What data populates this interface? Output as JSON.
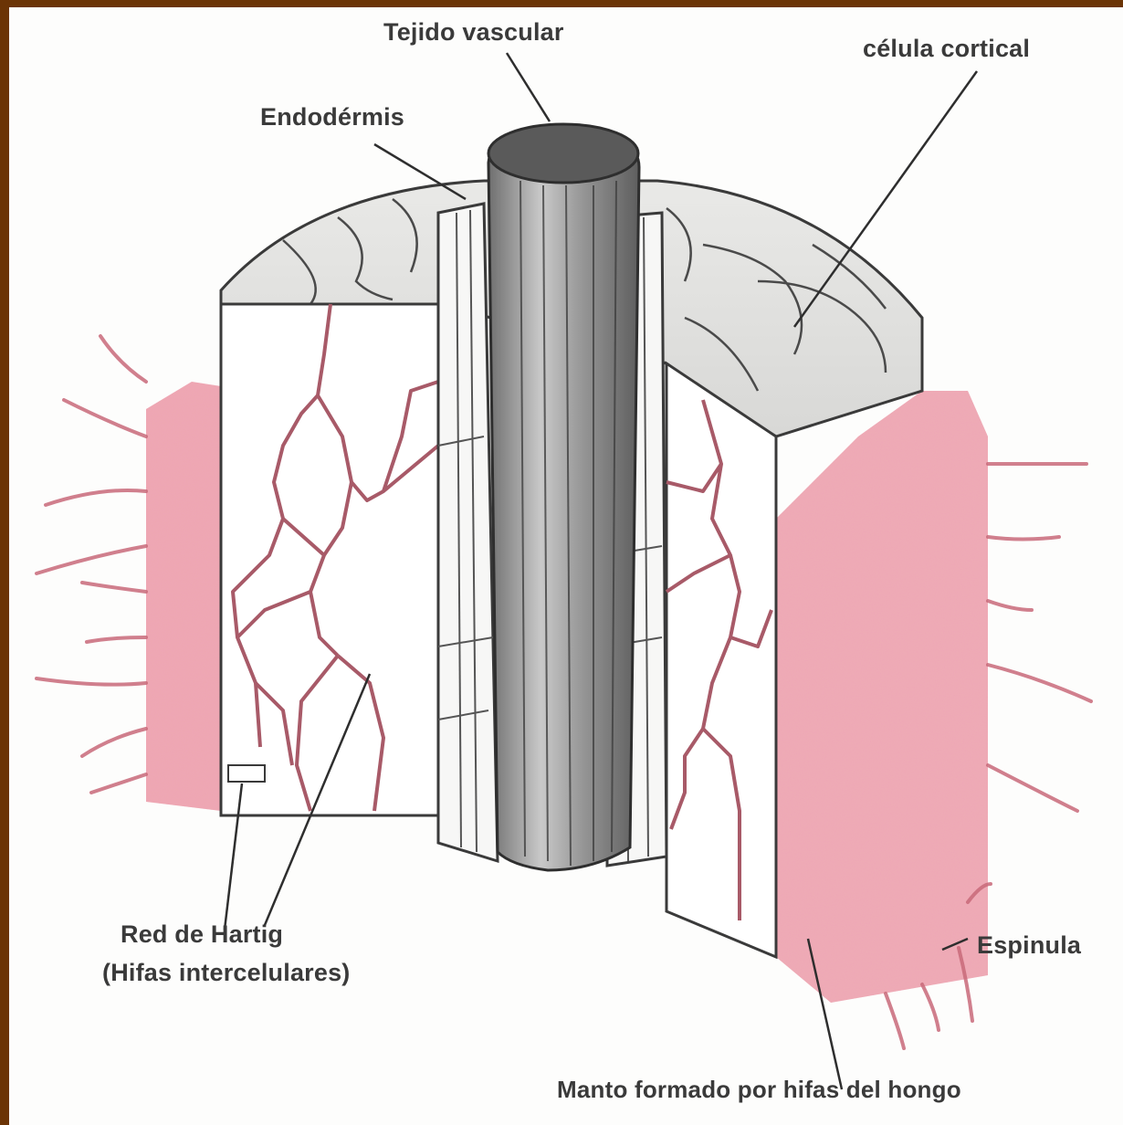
{
  "labels": {
    "tejido_vascular": "Tejido vascular",
    "celula_cortical": "célula cortical",
    "endodermis": "Endodérmis",
    "red_de_hartig_line1": "Red de Hartig",
    "red_de_hartig_line2": "(Hifas intercelulares)",
    "espinula": "Espinula",
    "manto": "Manto formado por hifas del  hongo"
  },
  "colors": {
    "frame": "#6b3405",
    "background": "#fdfdfc",
    "mantle": "#d9637a",
    "hyphae": "#c96a7a",
    "ink": "#3a3a3a",
    "vascular": "#8a8a8a"
  }
}
